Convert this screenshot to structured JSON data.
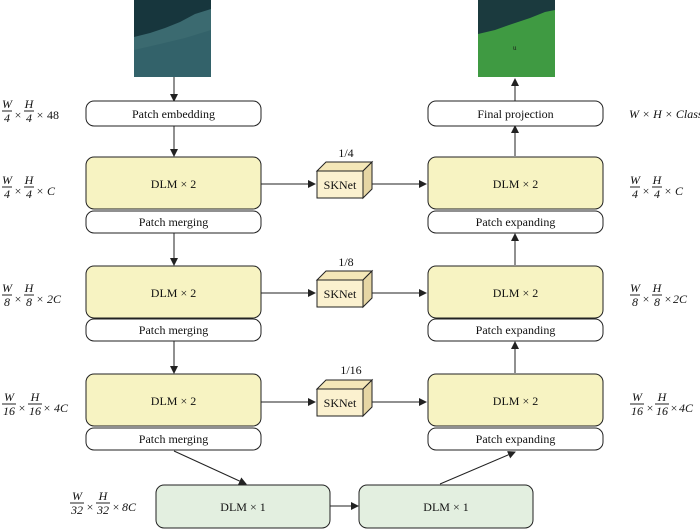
{
  "encoder": {
    "patch_embedding": "Patch embedding",
    "stage1": {
      "block": "DLM × 2",
      "merge": "Patch merging"
    },
    "stage2": {
      "block": "DLM × 2",
      "merge": "Patch merging"
    },
    "stage3": {
      "block": "DLM × 2",
      "merge": "Patch merging"
    }
  },
  "bottleneck": {
    "left": "DLM × 1",
    "right": "DLM × 1"
  },
  "decoder": {
    "final_projection": "Final projection",
    "stage1": {
      "block": "DLM × 2",
      "expand": "Patch expanding"
    },
    "stage2": {
      "block": "DLM × 2",
      "expand": "Patch expanding"
    },
    "stage3": {
      "block": "DLM × 2",
      "expand": "Patch expanding"
    }
  },
  "skip": [
    {
      "scale": "1/4",
      "label": "SKNet"
    },
    {
      "scale": "1/8",
      "label": "SKNet"
    },
    {
      "scale": "1/16",
      "label": "SKNet"
    }
  ],
  "dims": {
    "embed": {
      "w": "W",
      "wd": "4",
      "h": "H",
      "hd": "4",
      "c": "48"
    },
    "left1": {
      "w": "W",
      "wd": "4",
      "h": "H",
      "hd": "4",
      "c": "C"
    },
    "left2": {
      "w": "W",
      "wd": "8",
      "h": "H",
      "hd": "8",
      "c": "2C"
    },
    "left3": {
      "w": "W",
      "wd": "16",
      "h": "H",
      "hd": "16",
      "c": "4C"
    },
    "bottom": {
      "w": "W",
      "wd": "32",
      "h": "H",
      "hd": "32",
      "c": "8C"
    },
    "out": "W × H × Class",
    "right1": {
      "w": "W",
      "wd": "4",
      "h": "H",
      "hd": "4",
      "c": "C"
    },
    "right2": {
      "w": "W",
      "wd": "8",
      "h": "H",
      "hd": "8",
      "c": "2C"
    },
    "right3": {
      "w": "W",
      "wd": "16",
      "h": "H",
      "hd": "16",
      "c": "4C"
    }
  },
  "colors": {
    "dlm_fill": "#f7f3c2",
    "bottleneck_fill": "#e3efe0",
    "sknet_front": "#fbf1cf",
    "sknet_top": "#f4e7b8",
    "sknet_side": "#e6d6a4",
    "input_image_base": "#1d3d45",
    "output_image_base": "#3a8f3a"
  }
}
